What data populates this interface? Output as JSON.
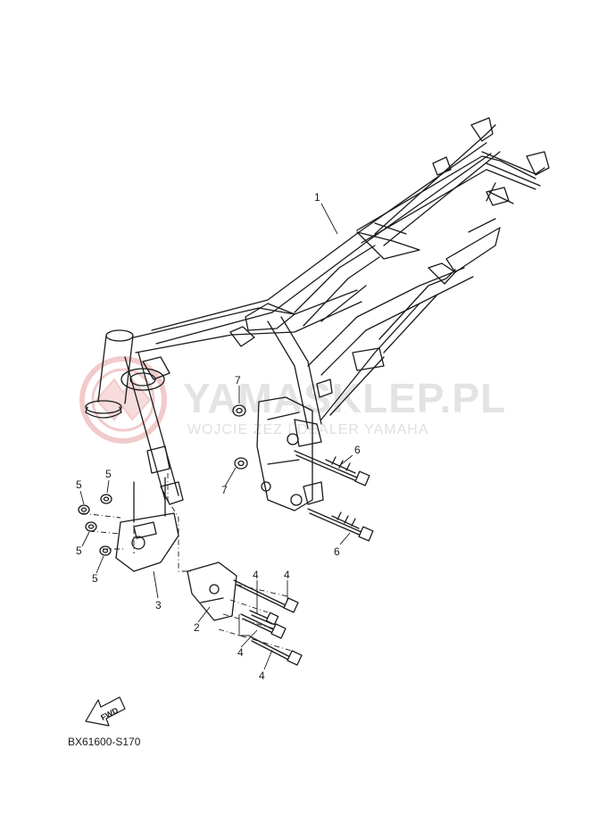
{
  "watermark": {
    "brand": "YAMASKLEP.PL",
    "tagline": "WOJCIE   ZEZ | DEALER YAMAHA",
    "emblem_color": "#e8a0a0"
  },
  "callouts": [
    {
      "id": "1",
      "label": "1"
    },
    {
      "id": "2",
      "label": "2"
    },
    {
      "id": "3",
      "label": "3"
    },
    {
      "id": "4a",
      "label": "4"
    },
    {
      "id": "4b",
      "label": "4"
    },
    {
      "id": "4c",
      "label": "4"
    },
    {
      "id": "4d",
      "label": "4"
    },
    {
      "id": "5a",
      "label": "5"
    },
    {
      "id": "5b",
      "label": "5"
    },
    {
      "id": "5c",
      "label": "5"
    },
    {
      "id": "5d",
      "label": "5"
    },
    {
      "id": "6a",
      "label": "6"
    },
    {
      "id": "6b",
      "label": "6"
    },
    {
      "id": "7a",
      "label": "7"
    },
    {
      "id": "7b",
      "label": "7"
    }
  ],
  "fwd_label": "FWD",
  "ref_code": "BX61600-S170",
  "colors": {
    "line": "#1a1a1a",
    "background": "#ffffff",
    "watermark": "#e3e3e3"
  }
}
